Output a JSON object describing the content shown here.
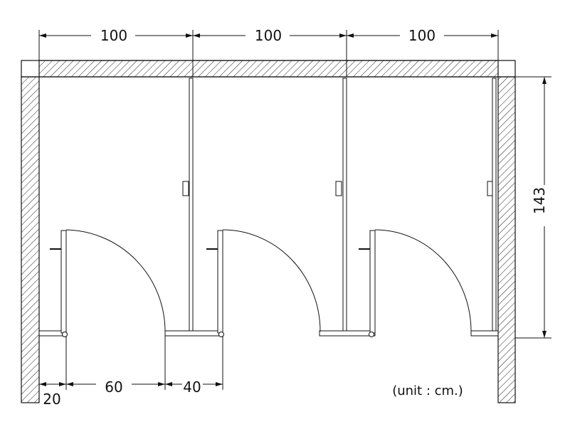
{
  "dimensions": {
    "top": [
      "100",
      "100",
      "100"
    ],
    "depth": "143",
    "bottom_wall_gap": "20",
    "bottom_door_width": "60",
    "bottom_panel_width": "40"
  },
  "unit_note": "(unit : cm.)",
  "colors": {
    "line": "#111111",
    "background": "#ffffff"
  }
}
